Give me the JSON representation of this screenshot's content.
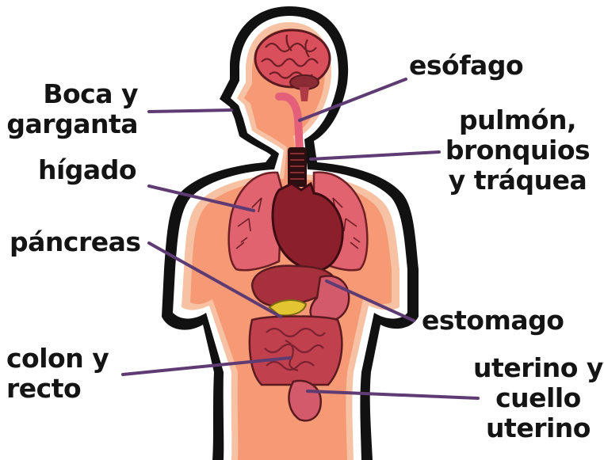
{
  "colors": {
    "outline": "#111111",
    "skin": "#f59a74",
    "skin_glow": "#f7c2a4",
    "organ": "#b13a47",
    "organ_dark": "#6e1e25",
    "leader": "#5e3b73"
  },
  "labels": {
    "mouth": {
      "lines": [
        "Boca y",
        "garganta"
      ]
    },
    "esophagus": {
      "lines": [
        "esófago"
      ]
    },
    "lungs": {
      "lines": [
        "pulmón,",
        "bronquios",
        "y tráquea"
      ]
    },
    "liver": {
      "lines": [
        "hígado"
      ]
    },
    "pancreas": {
      "lines": [
        "páncreas"
      ]
    },
    "stomach": {
      "lines": [
        "estomago"
      ]
    },
    "colon": {
      "lines": [
        "colon y",
        "recto"
      ]
    },
    "uterus": {
      "lines": [
        "uterino y",
        "cuello",
        "uterino"
      ]
    }
  }
}
